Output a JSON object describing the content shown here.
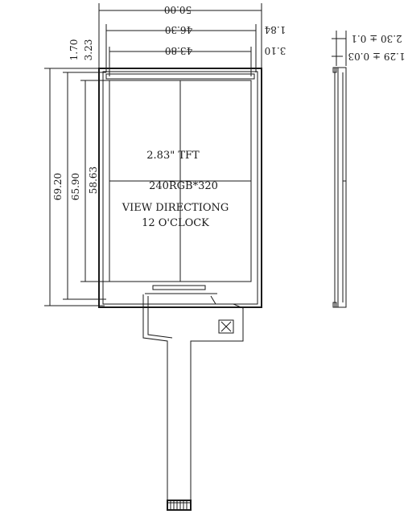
{
  "panel": {
    "title": "2.83\" TFT",
    "resolution": "240RGB*320",
    "view_direction": "VIEW DIRECTIONG",
    "clock": "12 O'CLOCK"
  },
  "dimensions": {
    "top_width": "50.00",
    "mid_width": "46.30",
    "inner_width": "43.80",
    "right_offset_1": "1.84",
    "right_offset_2": "3.10",
    "left_offset_1": "1.70",
    "left_offset_2": "3.23",
    "height_outer": "69.20",
    "height_mid": "65.90",
    "height_active": "58.63",
    "side_thickness_1": "2.30 ± 0.1",
    "side_thickness_2": "1.29 ± 0.03"
  },
  "colors": {
    "line": "#1a1a1a",
    "background": "#ffffff"
  }
}
